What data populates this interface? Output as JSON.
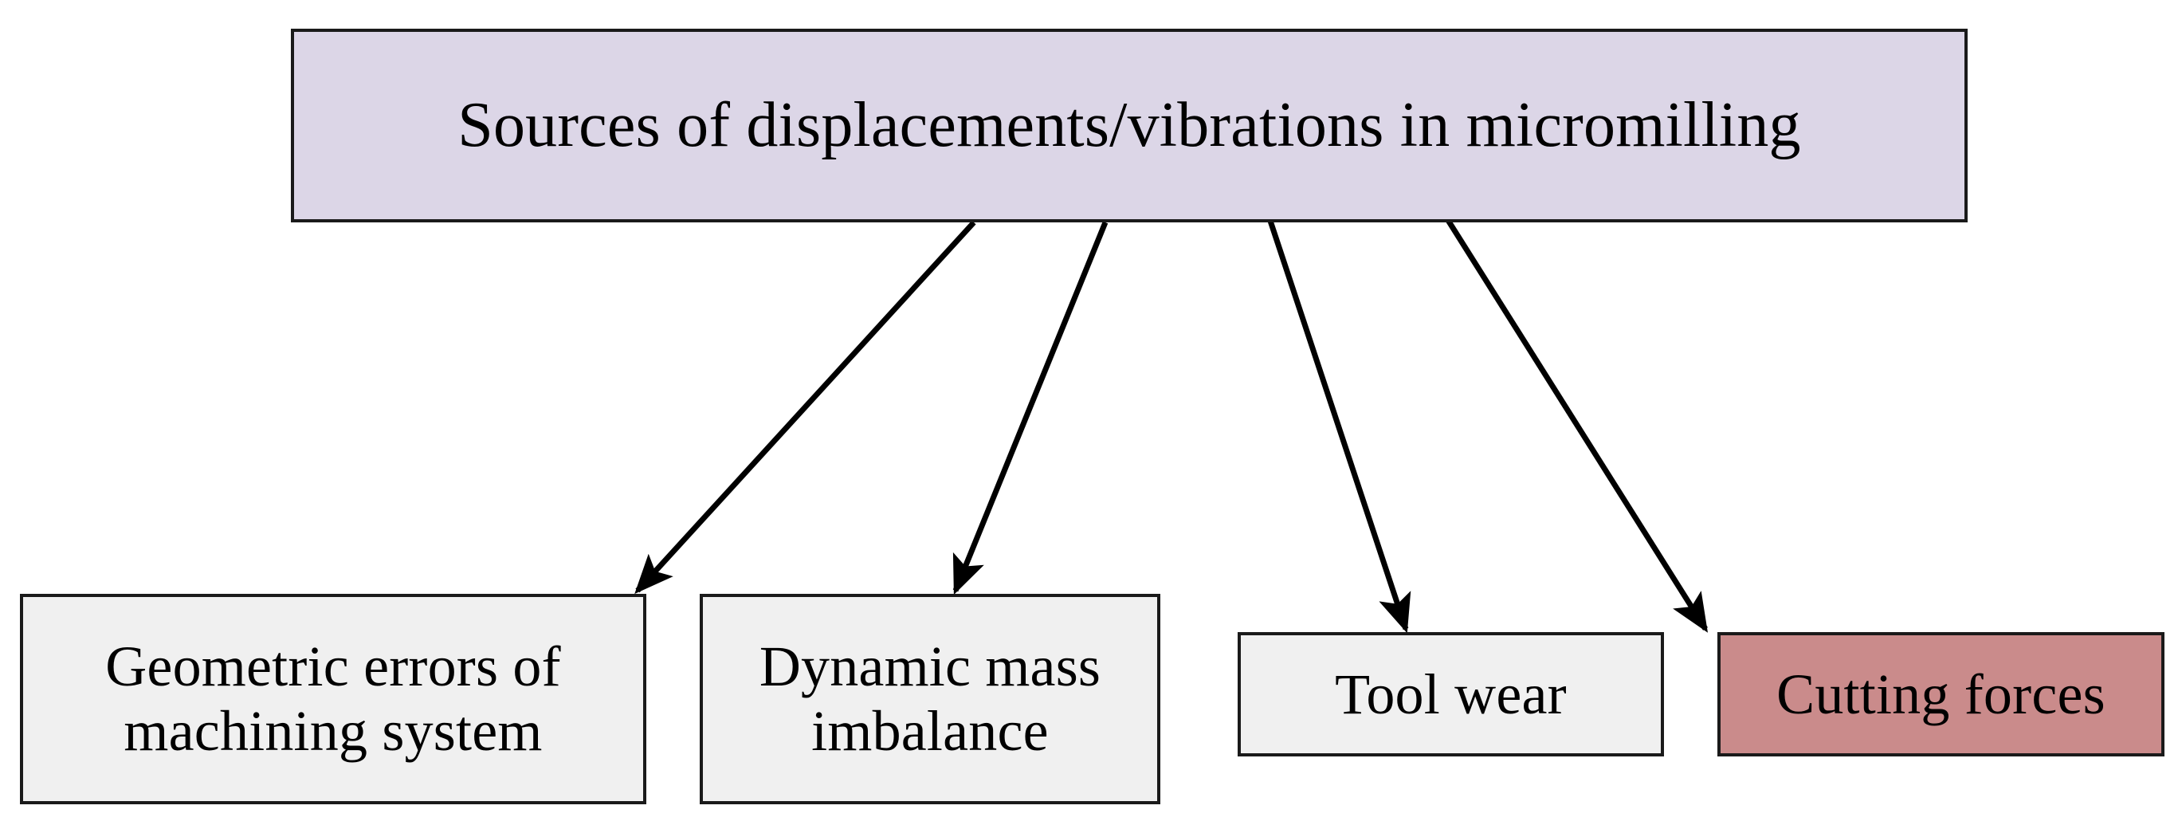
{
  "diagram": {
    "title_text": "Sources of displacements/vibrations in micromilling",
    "type": "tree-flowchart",
    "background": "#ffffff",
    "root": {
      "id": "root",
      "label": "Sources of displacements/vibrations in micromilling",
      "fill": "#dcd6e7",
      "border": "#1a1a1a"
    },
    "children": [
      {
        "id": "geometric-errors",
        "label": "Geometric errors of\nmachining system",
        "fill": "#f0f0f0",
        "border": "#1a1a1a"
      },
      {
        "id": "dynamic-mass-imbalance",
        "label": "Dynamic mass\nimbalance",
        "fill": "#f0f0f0",
        "border": "#1a1a1a"
      },
      {
        "id": "tool-wear",
        "label": "Tool wear",
        "fill": "#f0f0f0",
        "border": "#1a1a1a"
      },
      {
        "id": "cutting-forces",
        "label": "Cutting forces",
        "fill": "#ca8b8b",
        "border": "#1a1a1a"
      }
    ],
    "edges": [
      {
        "id": "edge-root-to-geometric-errors",
        "from": "root",
        "to": "geometric-errors",
        "style": "solid-arrow",
        "color": "#000000"
      },
      {
        "id": "edge-root-to-dynamic-mass-imbalance",
        "from": "root",
        "to": "dynamic-mass-imbalance",
        "style": "solid-arrow",
        "color": "#000000"
      },
      {
        "id": "edge-root-to-tool-wear",
        "from": "root",
        "to": "tool-wear",
        "style": "solid-arrow",
        "color": "#000000"
      },
      {
        "id": "edge-root-to-cutting-forces",
        "from": "root",
        "to": "cutting-forces",
        "style": "solid-arrow",
        "color": "#000000"
      }
    ]
  }
}
